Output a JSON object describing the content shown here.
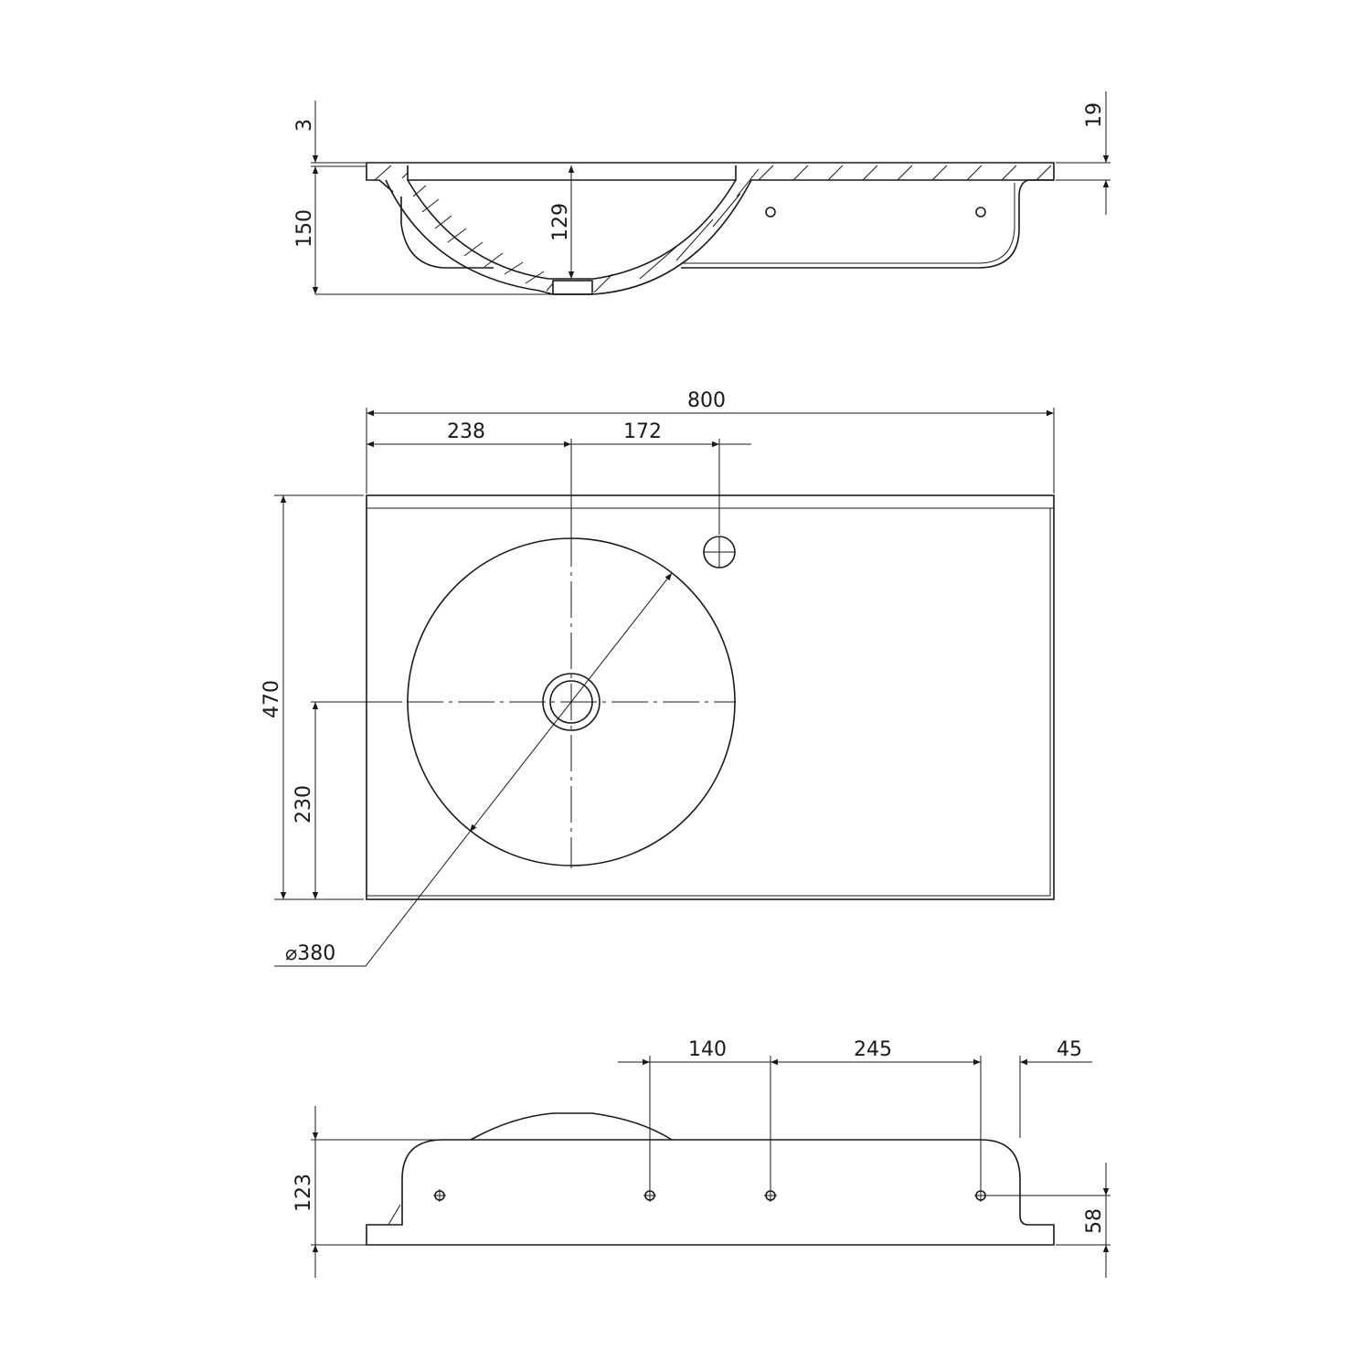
{
  "title": "Washbasin countertop technical drawing",
  "units": "mm",
  "colors": {
    "line": "#1a1a1a",
    "background": "#ffffff"
  },
  "section_view": {
    "dim_top_edge": "3",
    "dim_total_height": "150",
    "dim_bowl_depth": "129",
    "dim_slab_thickness": "19"
  },
  "plan_view": {
    "dim_width": "800",
    "dim_bowl_center_x": "238",
    "dim_faucet_offset": "172",
    "dim_depth": "470",
    "dim_bowl_center_y": "230",
    "dim_bowl_diameter": "⌀380"
  },
  "front_view": {
    "dim_hole_spacing_1": "140",
    "dim_hole_spacing_2": "245",
    "dim_edge_offset": "45",
    "dim_height": "123",
    "dim_hole_height": "58"
  }
}
